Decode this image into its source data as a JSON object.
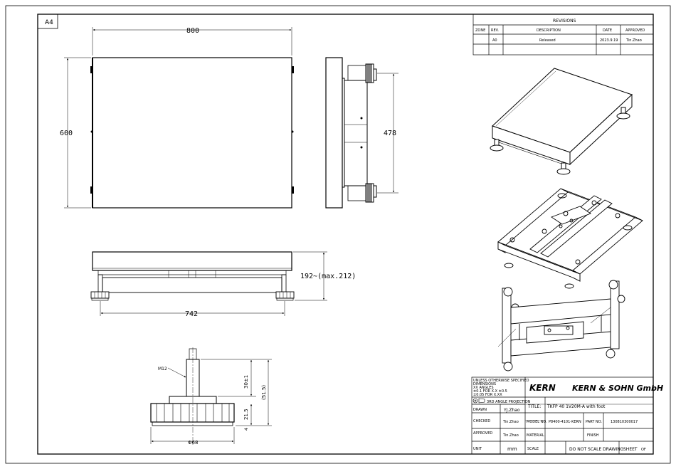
{
  "sheet": {
    "size": "A4"
  },
  "revisions": {
    "title": "REVISIONS",
    "headers": {
      "zone": "ZONE",
      "rev": "REV.",
      "description": "DESCRIPTION",
      "date": "DATE",
      "approved": "APPROVED"
    },
    "row": {
      "zone": "",
      "rev": "A0",
      "description": "Released",
      "date": "2023.9.19",
      "approved": "Tin.Zhao"
    }
  },
  "dimensions": {
    "width": "800",
    "depth": "600",
    "feet_spacing": "478",
    "height": "192~(max.212)",
    "feet_span": "742",
    "thread": "M12",
    "stem": "30±1",
    "total": "(51.5)",
    "base_height": "21.5",
    "pad_thickness": "4",
    "base_diameter": "Φ68"
  },
  "title_block": {
    "tolerances": [
      "UNLESS OTHERWISE SPECIFIED",
      "DIMENSIONS",
      "XX  ANGLES",
      "±0.1 FOR X.X      ±0.5",
      "±0.05 FOR X.XX"
    ],
    "projection": "3RD ANGLE PROJECTION",
    "company": "KERN & SOHN GmbH",
    "logo_text": "KERN",
    "title_label": "TITLE:",
    "title_value": "TKFP 40 1V20M-A with foot",
    "drawn_label": "DRAWN",
    "drawn_value": "YJ.Zhao",
    "checked_label": "CHECKED",
    "checked_value": "Tin.Zhao",
    "model_label": "MODEL NO.",
    "model_value": "P8400-4101-KERN",
    "part_label": "PART NO.",
    "part_value": "130810300017",
    "approved_label": "APPROVED",
    "approved_value": "Tin.Zhao",
    "material_label": "MATERIAL",
    "finish_label": "FINISH",
    "unit_label": "UNIT",
    "unit_value": "mm",
    "scale_label": "SCALE",
    "note": "DO NOT SCALE DRAWING",
    "sheet_label": "SHEET",
    "sheet_value": "OF"
  }
}
